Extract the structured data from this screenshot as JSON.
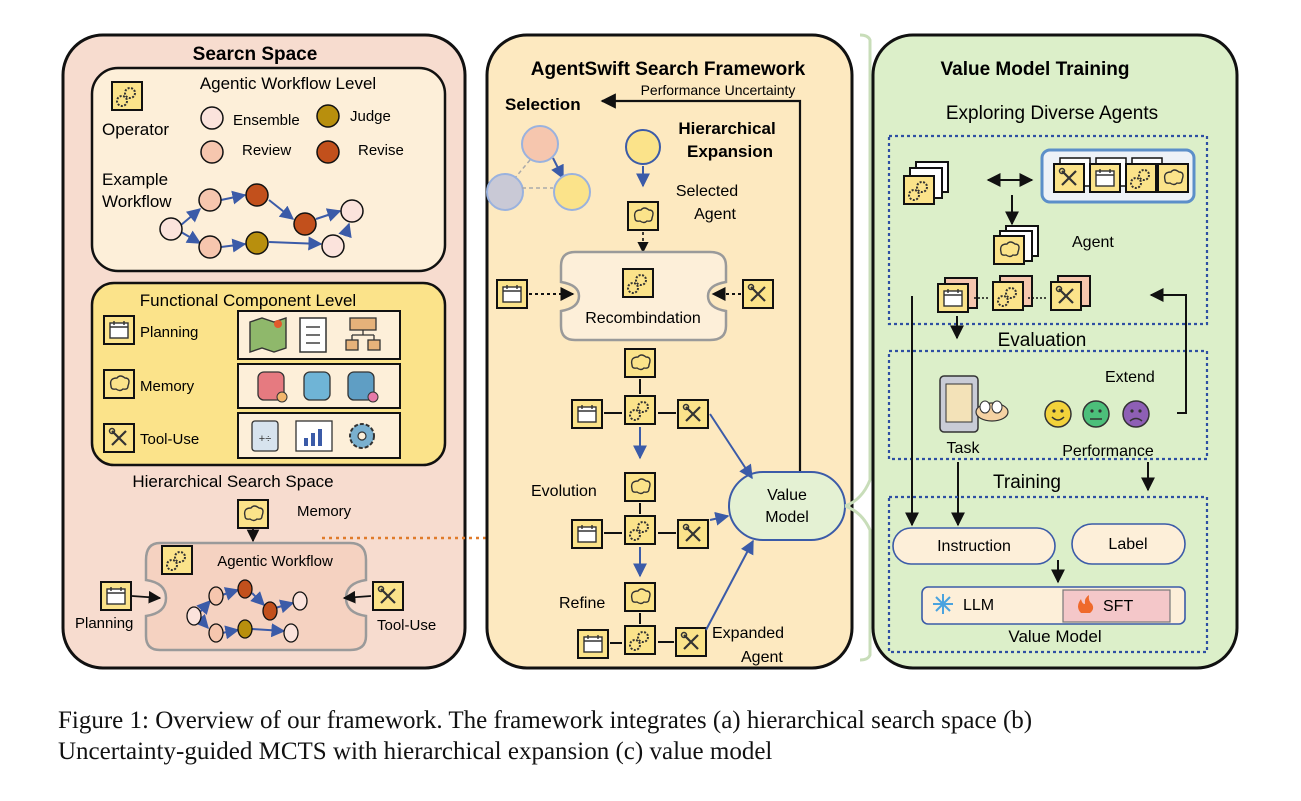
{
  "colors": {
    "left_panel": "#f7dccf",
    "middle_panel": "#fde9c0",
    "right_panel": "#dcefc9",
    "node_pink": "#f6c6ae",
    "node_light": "#fbe3dc",
    "node_olive": "#b88f0d",
    "node_rust": "#c2501c",
    "arrow_blue": "#3b5ba8",
    "dotted_orange": "#e07b2b",
    "dashed_blue": "#2e4fa3"
  },
  "left": {
    "title": "Searcn Space",
    "workflow_level": "Agentic Workflow Level",
    "operator": "Operator",
    "ops": {
      "ensemble": "Ensemble",
      "judge": "Judge",
      "review": "Review",
      "revise": "Revise"
    },
    "example_workflow": [
      "Example",
      "Workflow"
    ],
    "functional_level": "Functional Component Level",
    "planning": "Planning",
    "memory": "Memory",
    "tool_use": "Tool-Use",
    "hier_space": "Hierarchical Search Space",
    "hier_memory": "Memory",
    "agentic_workflow": "Agentic Workflow",
    "hier_planning": "Planning",
    "hier_tool_use": "Tool-Use"
  },
  "middle": {
    "title": "AgentSwift Search Framework",
    "perf_uncertainty": "Performance Uncertainty",
    "selection": "Selection",
    "hier_expansion": [
      "Hierarchical",
      "Expansion"
    ],
    "selected_agent": [
      "Selected",
      "Agent"
    ],
    "recombination": "Recombindation",
    "evolution": "Evolution",
    "refine": "Refine",
    "value_model": [
      "Value",
      "Model"
    ],
    "expanded_agent": [
      "Expanded",
      "Agent"
    ]
  },
  "right": {
    "title": "Value Model Training",
    "exploring": "Exploring Diverse Agents",
    "agent": "Agent",
    "evaluation": "Evaluation",
    "extend": "Extend",
    "task": "Task",
    "performance": "Performance",
    "training": "Training",
    "instruction": "Instruction",
    "label": "Label",
    "llm": "LLM",
    "sft": "SFT",
    "value_model": "Value Model"
  },
  "caption": {
    "line1": "Figure 1: Overview of our framework. The framework integrates (a) hierarchical search space (b)",
    "line2": "Uncertainty-guided MCTS with hierarchical expansion (c) value model"
  }
}
